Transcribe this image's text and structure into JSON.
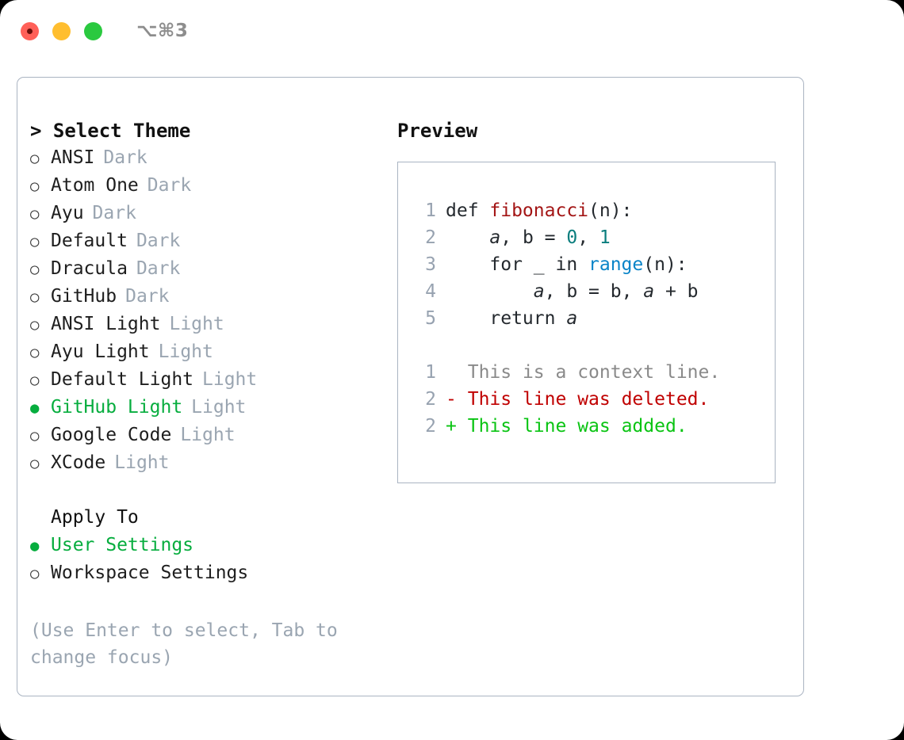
{
  "window": {
    "shortcut": "⌥⌘3",
    "traffic_lights": [
      "close-red",
      "minimize-yellow",
      "zoom-green"
    ]
  },
  "theme_picker": {
    "header": "> Select Theme",
    "options": [
      {
        "bullet": "○",
        "label": "ANSI",
        "variant": "Dark",
        "selected": false
      },
      {
        "bullet": "○",
        "label": "Atom One",
        "variant": "Dark",
        "selected": false
      },
      {
        "bullet": "○",
        "label": "Ayu",
        "variant": "Dark",
        "selected": false
      },
      {
        "bullet": "○",
        "label": "Default",
        "variant": "Dark",
        "selected": false
      },
      {
        "bullet": "○",
        "label": "Dracula",
        "variant": "Dark",
        "selected": false
      },
      {
        "bullet": "○",
        "label": "GitHub",
        "variant": "Dark",
        "selected": false
      },
      {
        "bullet": "○",
        "label": "ANSI Light",
        "variant": "Light",
        "selected": false
      },
      {
        "bullet": "○",
        "label": "Ayu Light",
        "variant": "Light",
        "selected": false
      },
      {
        "bullet": "○",
        "label": "Default Light",
        "variant": "Light",
        "selected": false
      },
      {
        "bullet": "●",
        "label": "GitHub Light",
        "variant": "Light",
        "selected": true
      },
      {
        "bullet": "○",
        "label": "Google Code",
        "variant": "Light",
        "selected": false
      },
      {
        "bullet": "○",
        "label": "XCode",
        "variant": "Light",
        "selected": false
      }
    ],
    "apply_to": {
      "header": "Apply To",
      "options": [
        {
          "bullet": "●",
          "label": "User Settings",
          "selected": true
        },
        {
          "bullet": "○",
          "label": "Workspace Settings",
          "selected": false
        }
      ]
    },
    "hint": "(Use Enter to select, Tab to change focus)"
  },
  "preview": {
    "header": "Preview",
    "code_lines": [
      {
        "num": "1",
        "segments": [
          {
            "text": "def ",
            "kind": "plain"
          },
          {
            "text": "fibonacci",
            "kind": "fn"
          },
          {
            "text": "(n):",
            "kind": "plain"
          }
        ]
      },
      {
        "num": "2",
        "segments": [
          {
            "text": "    ",
            "kind": "plain"
          },
          {
            "text": "a",
            "kind": "var"
          },
          {
            "text": ", ",
            "kind": "plain"
          },
          {
            "text": "b",
            "kind": "plain"
          },
          {
            "text": " = ",
            "kind": "plain"
          },
          {
            "text": "0",
            "kind": "num"
          },
          {
            "text": ", ",
            "kind": "plain"
          },
          {
            "text": "1",
            "kind": "num"
          }
        ]
      },
      {
        "num": "3",
        "segments": [
          {
            "text": "    for _ in ",
            "kind": "plain"
          },
          {
            "text": "range",
            "kind": "call"
          },
          {
            "text": "(n):",
            "kind": "plain"
          }
        ]
      },
      {
        "num": "4",
        "segments": [
          {
            "text": "        ",
            "kind": "plain"
          },
          {
            "text": "a",
            "kind": "var"
          },
          {
            "text": ", b = b, ",
            "kind": "plain"
          },
          {
            "text": "a",
            "kind": "var"
          },
          {
            "text": " + b",
            "kind": "plain"
          }
        ]
      },
      {
        "num": "5",
        "segments": [
          {
            "text": "    return ",
            "kind": "plain"
          },
          {
            "text": "a",
            "kind": "var"
          }
        ]
      }
    ],
    "diff_lines": [
      {
        "num": "1",
        "marker": " ",
        "text": "This is a context line.",
        "kind": "context"
      },
      {
        "num": "2",
        "marker": "-",
        "text": "This line was deleted.",
        "kind": "deleted"
      },
      {
        "num": "2",
        "marker": "+",
        "text": "This line was added.",
        "kind": "added"
      }
    ]
  },
  "colors": {
    "accent_green": "#06ad3e",
    "muted": "#9aa5b1",
    "border": "#aab4c2",
    "diff_deleted": "#c00000",
    "diff_added": "#0ac413",
    "syntax_function": "#a31515",
    "syntax_call": "#0a84c8",
    "syntax_number": "#0a7d7d"
  }
}
